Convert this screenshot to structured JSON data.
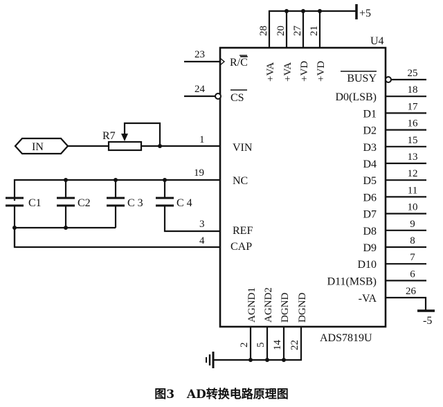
{
  "chip": {
    "ref": "U4",
    "part": "ADS7819U",
    "top_pins": [
      {
        "num": "28",
        "name": "+VA"
      },
      {
        "num": "20",
        "name": "+VA"
      },
      {
        "num": "27",
        "name": "+VD"
      },
      {
        "num": "21",
        "name": "+VD"
      }
    ],
    "left_pins": [
      {
        "num": "23",
        "name": "R/C",
        "overline": "C",
        "style": "clock"
      },
      {
        "num": "24",
        "name": "CS",
        "overline": "CS",
        "style": "inverted"
      },
      {
        "num": "1",
        "name": "VIN"
      },
      {
        "num": "19",
        "name": "NC"
      },
      {
        "num": "3",
        "name": "REF"
      },
      {
        "num": "4",
        "name": "CAP"
      }
    ],
    "right_pins": [
      {
        "num": "25",
        "name": "BUSY",
        "inverted": true
      },
      {
        "num": "18",
        "name": "D0(LSB)"
      },
      {
        "num": "17",
        "name": "D1"
      },
      {
        "num": "16",
        "name": "D2"
      },
      {
        "num": "15",
        "name": "D3"
      },
      {
        "num": "13",
        "name": "D4"
      },
      {
        "num": "12",
        "name": "D5"
      },
      {
        "num": "11",
        "name": "D6"
      },
      {
        "num": "10",
        "name": "D7"
      },
      {
        "num": "9",
        "name": "D8"
      },
      {
        "num": "8",
        "name": "D9"
      },
      {
        "num": "7",
        "name": "D10"
      },
      {
        "num": "6",
        "name": "D11(MSB)"
      },
      {
        "num": "26",
        "name": "-VA"
      }
    ],
    "bottom_pins": [
      {
        "num": "2",
        "name": "AGND1"
      },
      {
        "num": "5",
        "name": "AGND2"
      },
      {
        "num": "14",
        "name": "DGND"
      },
      {
        "num": "22",
        "name": "DGND"
      }
    ]
  },
  "power": {
    "positive": "+5",
    "negative": "-5"
  },
  "input_port": "IN",
  "resistor": "R7",
  "capacitors": [
    "C1",
    "C2",
    "C 3",
    "C 4"
  ],
  "caption": "图3   AD转换电路原理图"
}
